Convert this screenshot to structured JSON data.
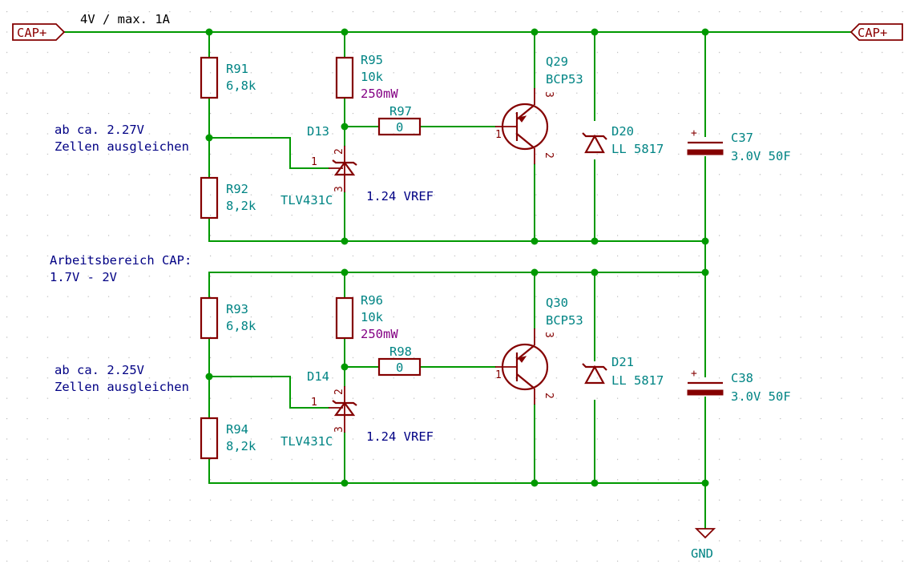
{
  "ports": {
    "left": "CAP+",
    "right": "CAP+"
  },
  "net_label": "4V / max. 1A",
  "notes": {
    "top_threshold_1": "ab ca. 2.27V",
    "top_threshold_2": "Zellen ausgleichen",
    "range_1": "Arbeitsbereich CAP:",
    "range_2": "1.7V - 2V",
    "bottom_threshold_1": "ab ca. 2.25V",
    "bottom_threshold_2": "Zellen ausgleichen",
    "vref_top": "1.24 VREF",
    "vref_bottom": "1.24 VREF"
  },
  "components": {
    "R91": {
      "ref": "R91",
      "value": "6,8k"
    },
    "R92": {
      "ref": "R92",
      "value": "8,2k"
    },
    "R93": {
      "ref": "R93",
      "value": "6,8k"
    },
    "R94": {
      "ref": "R94",
      "value": "8,2k"
    },
    "R95": {
      "ref": "R95",
      "value": "10k",
      "power": "250mW"
    },
    "R96": {
      "ref": "R96",
      "value": "10k",
      "power": "250mW"
    },
    "R97": {
      "ref": "R97",
      "value": "0"
    },
    "R98": {
      "ref": "R98",
      "value": "0"
    },
    "D13": {
      "ref": "D13",
      "value": "TLV431C"
    },
    "D14": {
      "ref": "D14",
      "value": "TLV431C"
    },
    "Q29": {
      "ref": "Q29",
      "value": "BCP53"
    },
    "Q30": {
      "ref": "Q30",
      "value": "BCP53"
    },
    "D20": {
      "ref": "D20",
      "value": "LL 5817"
    },
    "D21": {
      "ref": "D21",
      "value": "LL 5817"
    },
    "C37": {
      "ref": "C37",
      "value": "3.0V 50F"
    },
    "C38": {
      "ref": "C38",
      "value": "3.0V 50F"
    }
  },
  "pins": {
    "p1": "1",
    "p2": "2",
    "p3": "3",
    "plus": "+"
  },
  "gnd": "GND"
}
